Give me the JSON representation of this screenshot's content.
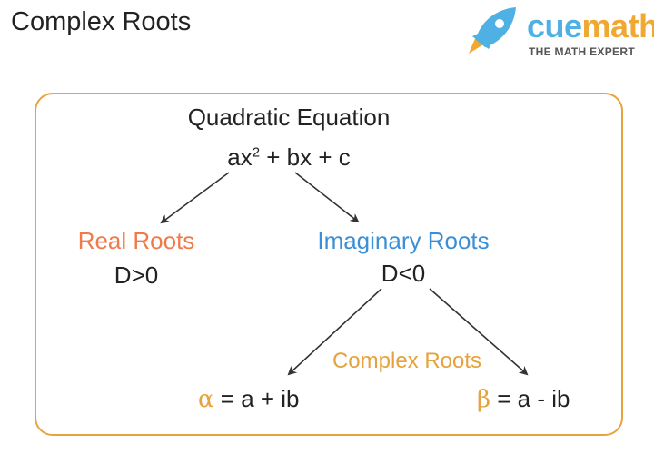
{
  "header": {
    "title": "Complex Roots"
  },
  "logo": {
    "brand_part1": "cue",
    "brand_part2": "math",
    "tagline": "THE MATH EXPERT",
    "icon": "rocket-icon"
  },
  "diagram": {
    "root": {
      "label": "Quadratic Equation",
      "equation_main": "ax",
      "equation_exp": "2",
      "equation_rest": " + bx + c"
    },
    "real": {
      "label": "Real Roots",
      "condition": "D>0"
    },
    "imaginary": {
      "label": "Imaginary Roots",
      "condition": "D<0"
    },
    "complex": {
      "label": "Complex Roots"
    },
    "alpha": {
      "symbol": "α",
      "expr": " = a + ib"
    },
    "beta": {
      "symbol": "β",
      "expr": " = a - ib"
    }
  },
  "colors": {
    "border": "#e8a33c",
    "real": "#f07a4a",
    "imaginary": "#3a8fd6",
    "complex": "#e6a23c",
    "logo_blue": "#4fb1e3",
    "logo_orange": "#f0a830"
  }
}
